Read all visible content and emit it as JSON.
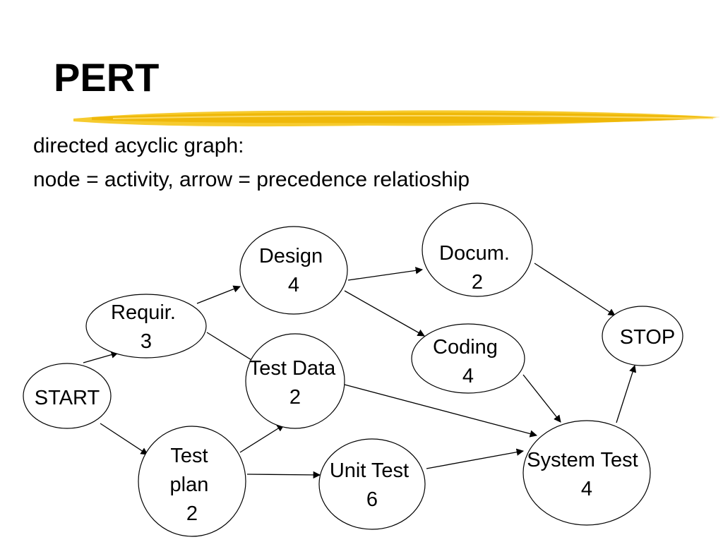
{
  "slide": {
    "title": "PERT",
    "lines": [
      "directed acyclic graph:",
      "node = activity, arrow = precedence relatioship"
    ],
    "accent_color": "#F5C518"
  },
  "diagram": {
    "nodes": [
      {
        "id": "start",
        "lines": [
          "START"
        ]
      },
      {
        "id": "requir",
        "lines": [
          "Requir.",
          "3"
        ]
      },
      {
        "id": "testplan",
        "lines": [
          "Test",
          "plan",
          "2"
        ]
      },
      {
        "id": "design",
        "lines": [
          "Design",
          "4"
        ]
      },
      {
        "id": "testdata",
        "lines": [
          "Test Data",
          "2"
        ]
      },
      {
        "id": "unittest",
        "lines": [
          "Unit Test",
          "6"
        ]
      },
      {
        "id": "docum",
        "lines": [
          "Docum.",
          "2"
        ]
      },
      {
        "id": "coding",
        "lines": [
          "Coding",
          "4"
        ]
      },
      {
        "id": "systemtest",
        "lines": [
          "System Test",
          "4"
        ]
      },
      {
        "id": "stop",
        "lines": [
          "STOP"
        ]
      }
    ],
    "edges": [
      {
        "from": "start",
        "to": "requir"
      },
      {
        "from": "start",
        "to": "testplan"
      },
      {
        "from": "requir",
        "to": "design"
      },
      {
        "from": "requir",
        "to": "testdata"
      },
      {
        "from": "testplan",
        "to": "testdata"
      },
      {
        "from": "testplan",
        "to": "unittest"
      },
      {
        "from": "design",
        "to": "docum"
      },
      {
        "from": "design",
        "to": "coding"
      },
      {
        "from": "testdata",
        "to": "systemtest"
      },
      {
        "from": "unittest",
        "to": "systemtest"
      },
      {
        "from": "coding",
        "to": "systemtest"
      },
      {
        "from": "docum",
        "to": "stop"
      },
      {
        "from": "systemtest",
        "to": "stop"
      }
    ]
  }
}
